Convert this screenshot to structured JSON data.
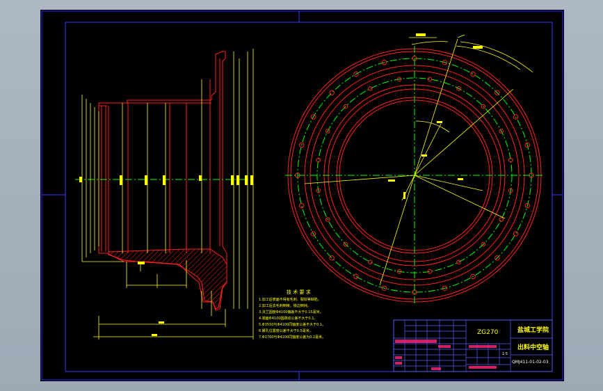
{
  "drawing": {
    "colors": {
      "background": "#000000",
      "frame": "#3a3aff",
      "outline": "#ff2020",
      "dimension": "#ffff00",
      "centerline": "#00ff00",
      "hidden": "#ff3030",
      "hatch": "#ff2020",
      "titleblock": "#5a5aff"
    }
  },
  "notes": {
    "heading": "技 术 要 求",
    "lines": [
      "1.加工后表面不得有毛刺、裂纹等缺陷。",
      "2.加工后去毛刺倒棱，锐边倒钝。",
      "3.法兰圆度Φ4100偏差不大于0.15毫米。",
      "4.端面Φ4100圆跳动公差不大于0.1。",
      "5.Φ3550与Φ4100同轴度公差不大于0.1。",
      "6.螺孔位置度公差不大于0.5毫米。",
      "7.Φ1700与Φ4100同轴度公差为0.2毫米。"
    ]
  },
  "title_block": {
    "drawing_code": "ZG270",
    "school": "盐城工学院",
    "part_name": "出料中空轴",
    "drawing_number": "QMJ411-01-02-03",
    "scale": "1:5"
  }
}
